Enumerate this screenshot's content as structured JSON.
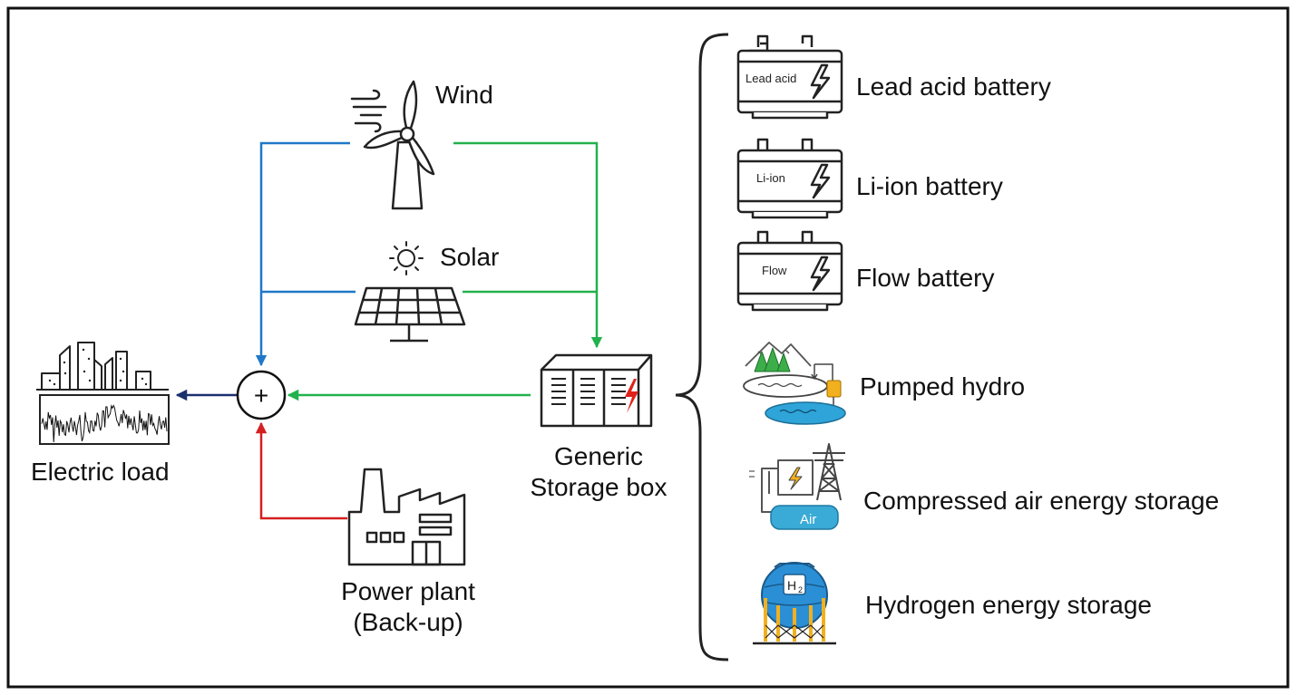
{
  "sources": {
    "wind": "Wind",
    "solar": "Solar",
    "power_plant_line1": "Power plant",
    "power_plant_line2": "(Back-up)"
  },
  "load": {
    "label": "Electric load"
  },
  "junction": {
    "symbol": "+"
  },
  "storage": {
    "line1": "Generic",
    "line2": "Storage box"
  },
  "battery_tags": {
    "lead_acid": "Lead acid",
    "li_ion": "Li-ion",
    "flow": "Flow"
  },
  "caes_tag": "Air",
  "hydrogen_tag": "H",
  "technologies": [
    {
      "label": "Lead acid battery"
    },
    {
      "label": "Li-ion battery"
    },
    {
      "label": "Flow battery"
    },
    {
      "label": "Pumped hydro"
    },
    {
      "label": "Compressed air energy storage"
    },
    {
      "label": "Hydrogen energy storage"
    }
  ],
  "colors": {
    "wind_solar_to_load": "#1f78c8",
    "to_storage": "#22b14c",
    "backup": "#d42020",
    "to_load": "#1a2f6e",
    "accent_red": "#e0201a",
    "battery_bolt": "#3a3a3a",
    "water": "#2fa4d8",
    "trees": "#3cae49",
    "gold": "#f2b01e",
    "tank": "#2b8fd6",
    "caes_tank": "#3aaad6"
  }
}
